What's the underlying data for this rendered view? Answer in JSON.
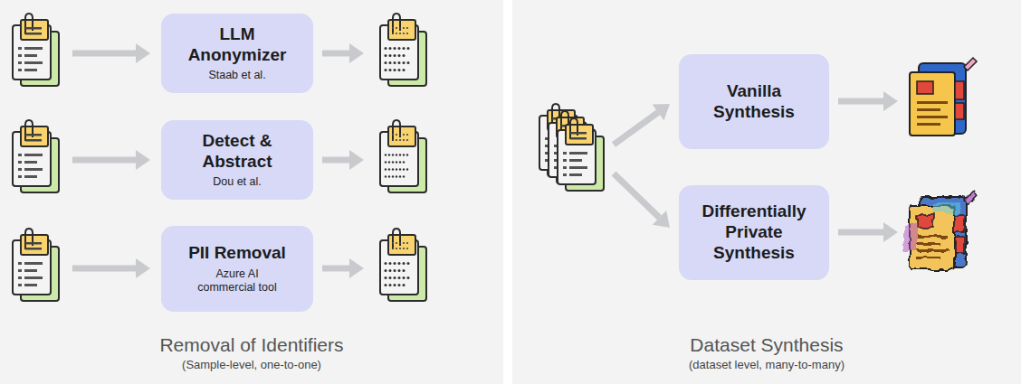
{
  "diagram": {
    "nodes": [
      {
        "text": [
          "Removal of Identifiers",
          "(Sample-level, one-to-one)"
        ]
      },
      {
        "text": [
          "LLM Anonymizer",
          "Staab et al."
        ],
        "in": 0
      },
      {
        "text": [
          "Detect & Abstract",
          "Dou et al."
        ],
        "in": 0
      },
      {
        "text": [
          "PII Removal",
          "Azure AI commercial tool"
        ],
        "in": 0
      },
      {
        "text": [
          "Dataset Synthesis",
          "(dataset level, many-to-many)"
        ]
      },
      {
        "text": [
          "Vanilla Synthesis"
        ],
        "in": 4
      },
      {
        "text": [
          "Differentially Private Synthesis"
        ],
        "in": 4
      }
    ]
  }
}
